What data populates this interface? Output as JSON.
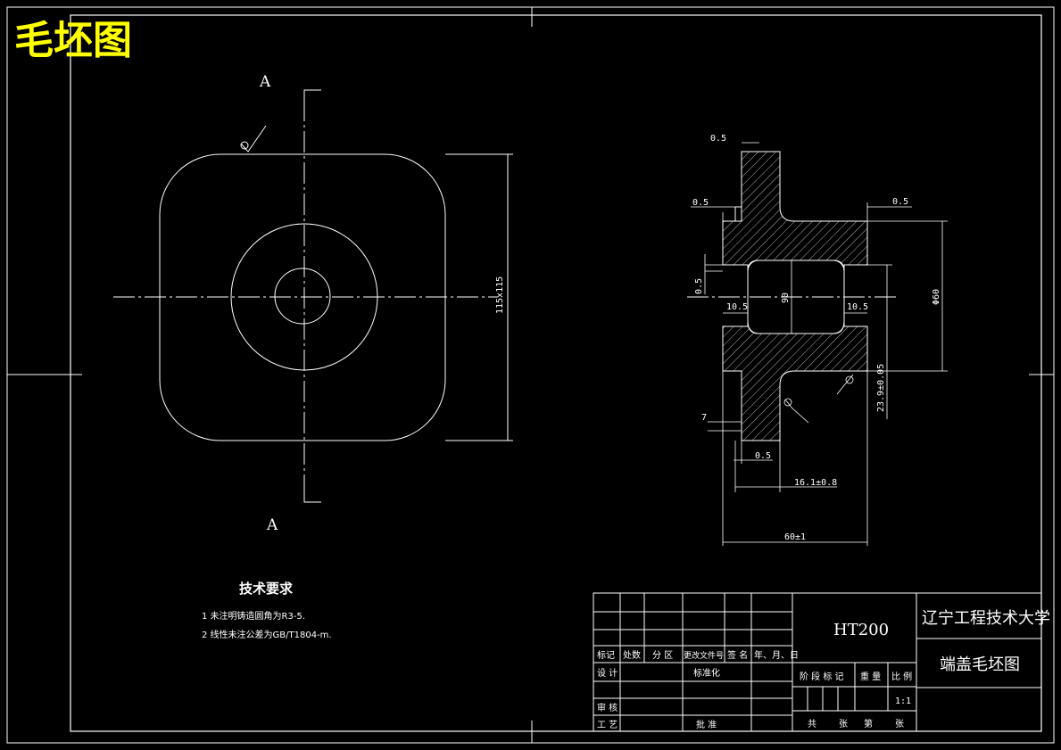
{
  "title": "毛坯图",
  "section_label": "A",
  "tech_requirements": {
    "heading": "技术要求",
    "items": [
      "1   未注明铸造圆角为R3-5.",
      "2   线性未注公差为GB/T1804-m."
    ]
  },
  "dimensions": {
    "square_size": "115x115",
    "dim_05": "0.5",
    "bore": "90",
    "outer_dia": "Φ60",
    "recess": "10.5",
    "thickness_7": "7",
    "flange": "23.9±0.05",
    "depth": "16.1±0.8",
    "overall": "60±1"
  },
  "title_block": {
    "material": "HT200",
    "school": "辽宁工程技术大学",
    "drawing_name": "端盖毛坯图",
    "header_row": [
      "标记",
      "处数",
      "分 区",
      "更改文件号",
      "签 名",
      "年、月、日"
    ],
    "design": "设 计",
    "standardize": "标准化",
    "review": "审 核",
    "process": "工 艺",
    "approve": "批 准",
    "stage_mark": "阶 段 标 记",
    "weight": "重 量",
    "scale_label": "比 例",
    "scale_value": "1:1",
    "sheets_total": "共",
    "sheets_unit": "张",
    "sheet_no": "第",
    "sheet_unit": "张"
  },
  "colors": {
    "background": "#000000",
    "line": "#ffffff",
    "title": "#ffff00"
  }
}
